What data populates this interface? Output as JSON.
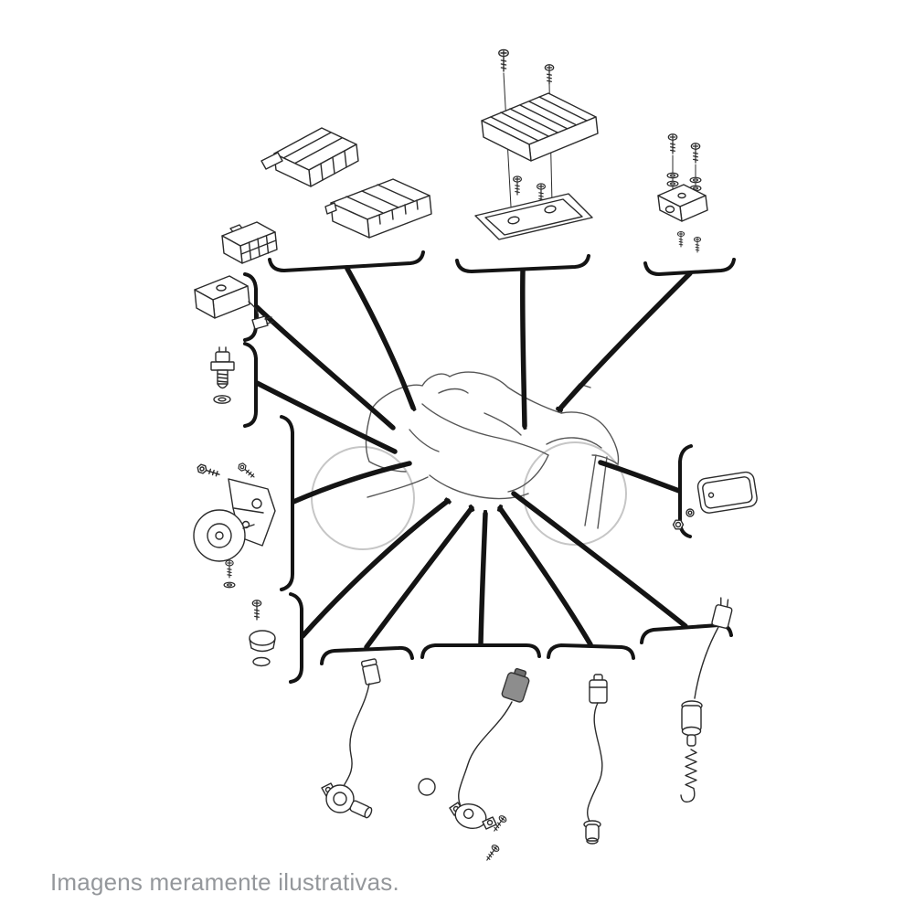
{
  "figure": {
    "type": "exploded-parts-diagram",
    "subject": "motorcycle-electrical-components"
  },
  "caption": {
    "text": "Imagens meramente ilustrativas."
  },
  "colors": {
    "background": "#ffffff",
    "line_art": "#2b2b2b",
    "leader_lines": "#141414",
    "motorcycle_sketch": "#565656",
    "wheel_outline": "#c6c6c6",
    "dark_connector_fill": "#8d8d8d",
    "caption_text": "#94979b"
  },
  "parts": [
    {
      "id": "connector-modules",
      "area": "top-left"
    },
    {
      "id": "regulator-rectifier-assembly",
      "area": "top-center"
    },
    {
      "id": "mount-bracket-assembly",
      "area": "top-right"
    },
    {
      "id": "relay-assembly",
      "area": "left-upper"
    },
    {
      "id": "temperature-sensor",
      "area": "left-middle"
    },
    {
      "id": "horn-assembly",
      "area": "left-lower"
    },
    {
      "id": "oil-pressure-sensor",
      "area": "left-bottom"
    },
    {
      "id": "reflector-plate-assembly",
      "area": "right-middle"
    },
    {
      "id": "switch-with-cable",
      "area": "bottom-1"
    },
    {
      "id": "crankshaft-position-sensor",
      "area": "bottom-2"
    },
    {
      "id": "sensor-cable",
      "area": "bottom-3"
    },
    {
      "id": "speed-sensor-with-spring",
      "area": "bottom-4"
    }
  ]
}
